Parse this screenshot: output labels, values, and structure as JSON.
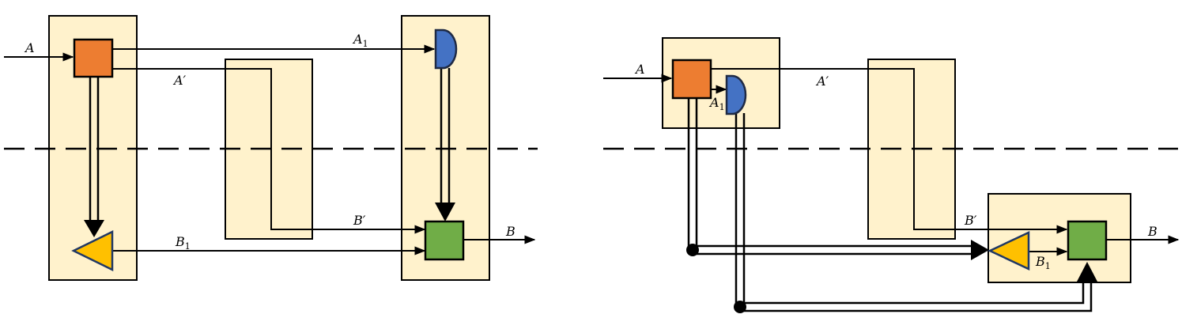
{
  "colors": {
    "box_fill": "#FFF2CC",
    "box_stroke": "#000000",
    "orange": "#ED7D31",
    "blue": "#4472C4",
    "yellow": "#FFC000",
    "green": "#70AD47",
    "triangle_stroke": "#203864",
    "dark_stroke": "#1F2A44"
  },
  "left": {
    "labels": {
      "A": "A",
      "A1": "A",
      "A1_sub": "1",
      "Aprime": "A′",
      "Bprime": "B′",
      "B1": "B",
      "B1_sub": "1",
      "B": "B"
    }
  },
  "right": {
    "labels": {
      "A": "A",
      "A1": "A",
      "A1_sub": "1",
      "Aprime": "A′",
      "Bprime": "B′",
      "B1": "B",
      "B1_sub": "1",
      "B": "B"
    }
  }
}
